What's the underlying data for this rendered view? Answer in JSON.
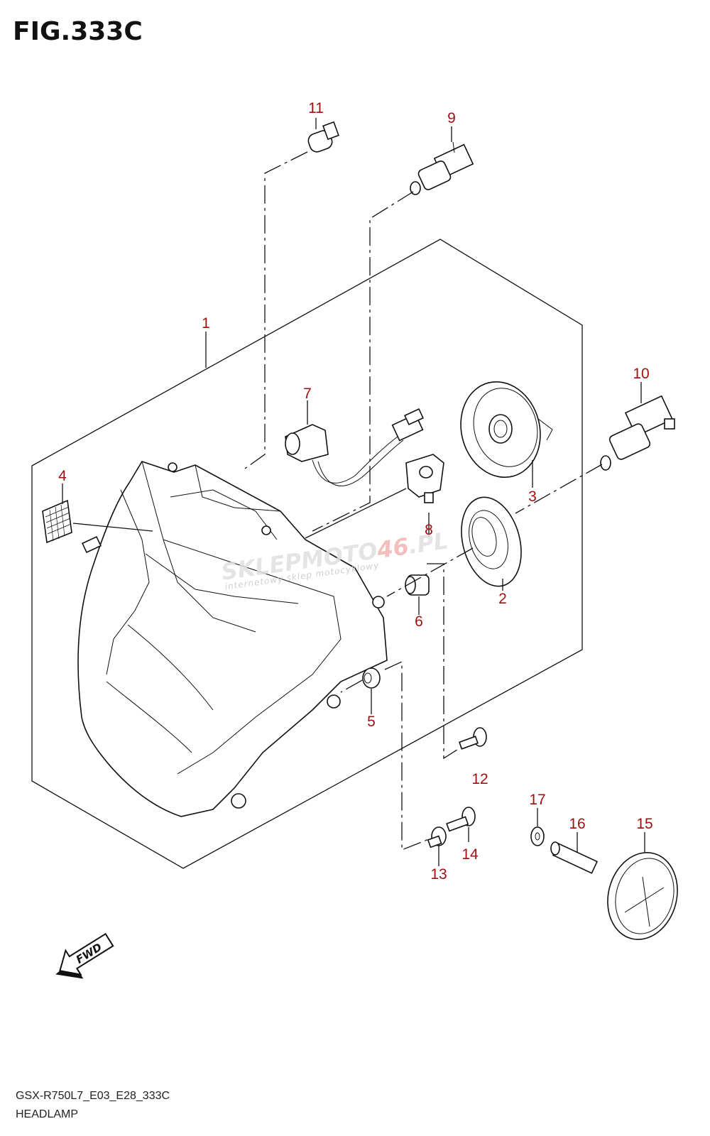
{
  "figure": {
    "title": "FIG.333C",
    "model_code": "GSX-R750L7_E03_E28_333C",
    "caption": "HEADLAMP"
  },
  "watermark": {
    "brand_prefix": "SKLEPMOTO",
    "brand_number": "46",
    "brand_suffix": ".PL",
    "tagline": "internetowy sklep motocyklowy"
  },
  "fwd_arrow": {
    "label": "FWD"
  },
  "callouts": [
    {
      "id": "callout-1",
      "label": "1"
    },
    {
      "id": "callout-2",
      "label": "2"
    },
    {
      "id": "callout-3",
      "label": "3"
    },
    {
      "id": "callout-4",
      "label": "4"
    },
    {
      "id": "callout-5",
      "label": "5"
    },
    {
      "id": "callout-6",
      "label": "6"
    },
    {
      "id": "callout-7",
      "label": "7"
    },
    {
      "id": "callout-8",
      "label": "8"
    },
    {
      "id": "callout-9",
      "label": "9"
    },
    {
      "id": "callout-10",
      "label": "10"
    },
    {
      "id": "callout-11",
      "label": "11"
    },
    {
      "id": "callout-12",
      "label": "12"
    },
    {
      "id": "callout-13",
      "label": "13"
    },
    {
      "id": "callout-14",
      "label": "14"
    },
    {
      "id": "callout-15",
      "label": "15"
    },
    {
      "id": "callout-16",
      "label": "16"
    },
    {
      "id": "callout-17",
      "label": "17"
    }
  ],
  "colors": {
    "callout": "#a01010",
    "line": "#111111",
    "background": "#ffffff"
  }
}
